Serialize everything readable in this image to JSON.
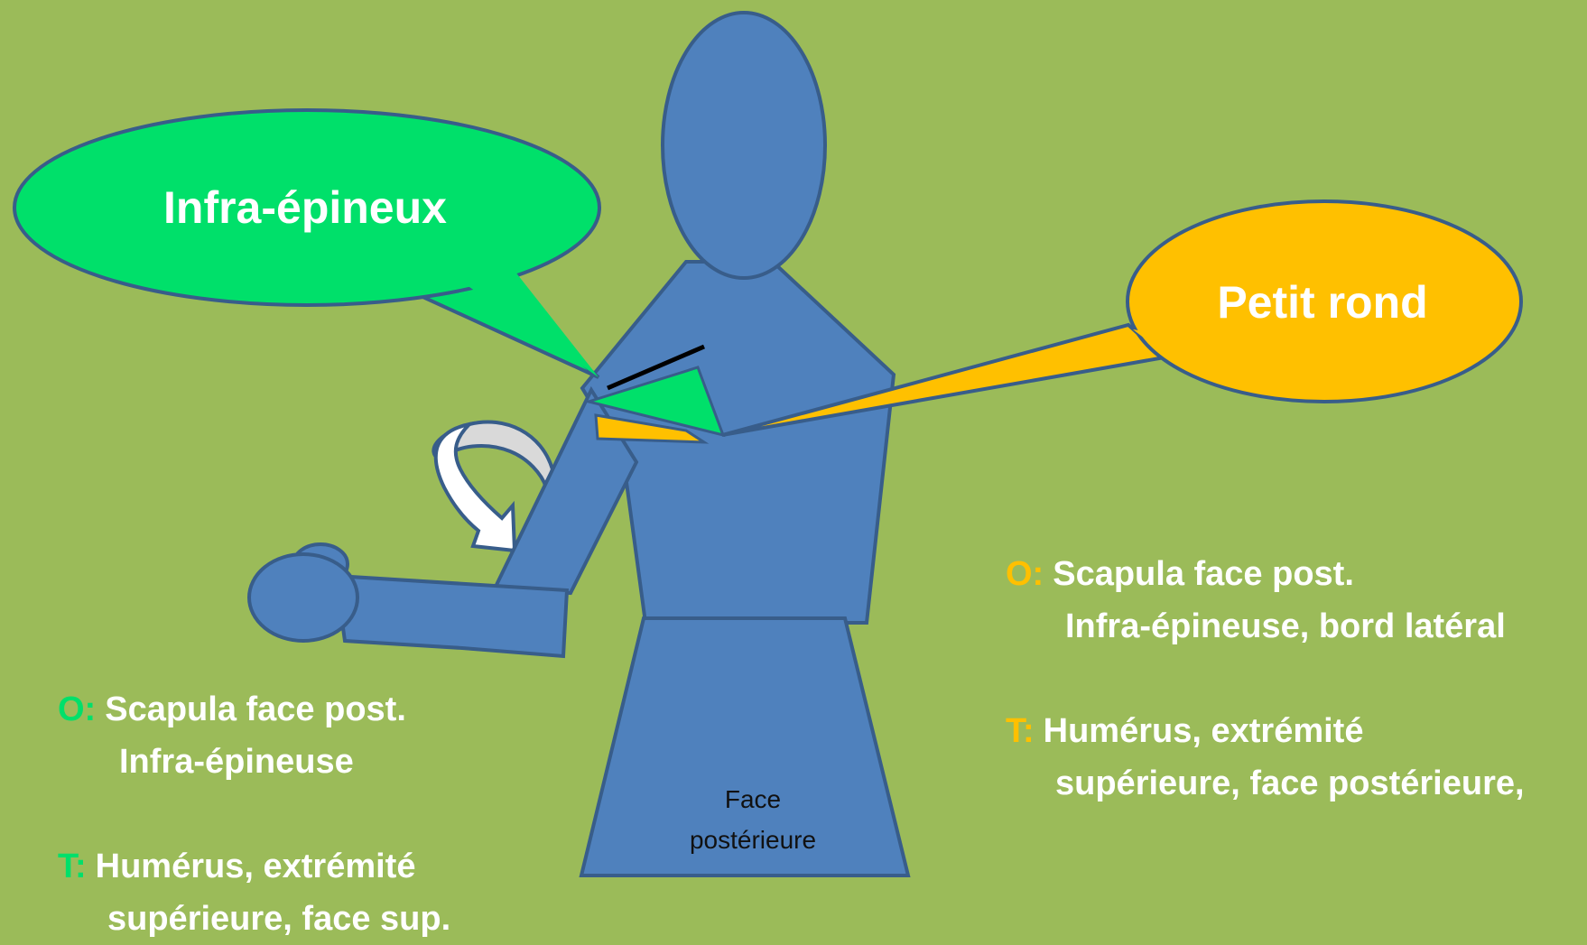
{
  "colors": {
    "background": "#9bbb59",
    "figure": "#4f81bd",
    "figure_stroke": "#385d8a",
    "infra_epineux": "#00e06a",
    "petit_rond": "#ffc000",
    "arrow": "#ffffff",
    "text": "#ffffff"
  },
  "callouts": {
    "infra": {
      "title": "Infra-épineux"
    },
    "petit": {
      "title": "Petit rond"
    }
  },
  "figure": {
    "caption_line1": "Face",
    "caption_line2": "postérieure"
  },
  "left_info": {
    "origin_key": "O:",
    "origin_line1": "Scapula face post.",
    "origin_line2": "Infra-épineuse",
    "insertion_key": "T:",
    "insertion_line1": "Humérus, extrémité",
    "insertion_line2": "supérieure, face sup."
  },
  "right_info": {
    "origin_key": "O:",
    "origin_line1": "Scapula face post.",
    "origin_line2": "Infra-épineuse, bord latéral",
    "insertion_key": "T:",
    "insertion_line1": "Humérus, extrémité",
    "insertion_line2": "supérieure, face postérieure,"
  },
  "icons": {
    "rotation": "external-rotation-arrow-icon"
  }
}
